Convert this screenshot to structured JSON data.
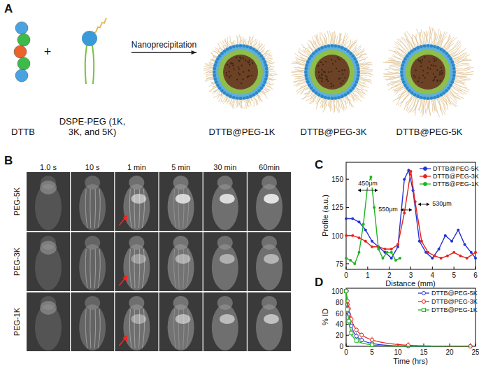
{
  "diagram": {
    "nodes": [
      {
        "text": [
          "DTTB"
        ]
      },
      {
        "text": [
          "DSPE-PEG (1K, 3K, and 5K)"
        ]
      },
      {
        "text": [
          "DTTB@PEG-1K"
        ]
      },
      {
        "text": [
          "DTTB@PEG-3K"
        ]
      },
      {
        "text": [
          "DTTB@PEG-5K"
        ]
      }
    ],
    "edges": [
      {
        "from": 1,
        "to": 2,
        "label": "Nanoprecipitation",
        "arrow": "to"
      }
    ],
    "labels": [
      "A",
      "+",
      "B",
      "1.0 s",
      "10 s",
      "1 min",
      "5 min",
      "30 min",
      "60min",
      "PEG-5K",
      "PEG-3K",
      "PEG-1K",
      "C",
      "450μm",
      "550μm",
      "530μm",
      "150",
      "125",
      "100",
      "75",
      "Profile (a.u.)",
      "0",
      "1",
      "2",
      "3",
      "4",
      "5",
      "6",
      "Distance (mm)",
      "D",
      "100",
      "80",
      "60",
      "40",
      "20",
      "0",
      "% ID",
      "0",
      "5",
      "10",
      "15",
      "20",
      "25",
      "Time (hrs)"
    ],
    "legend": [
      {
        "text": "DTTB@PEG-5K"
      },
      {
        "text": "DTTB@PEG-3K"
      },
      {
        "text": "DTTB@PEG-1K"
      },
      {
        "text": "DTTB@PEG-5K"
      },
      {
        "text": "DTTB@PEG-3K"
      },
      {
        "text": "DTTB@PEG-1K"
      }
    ]
  }
}
